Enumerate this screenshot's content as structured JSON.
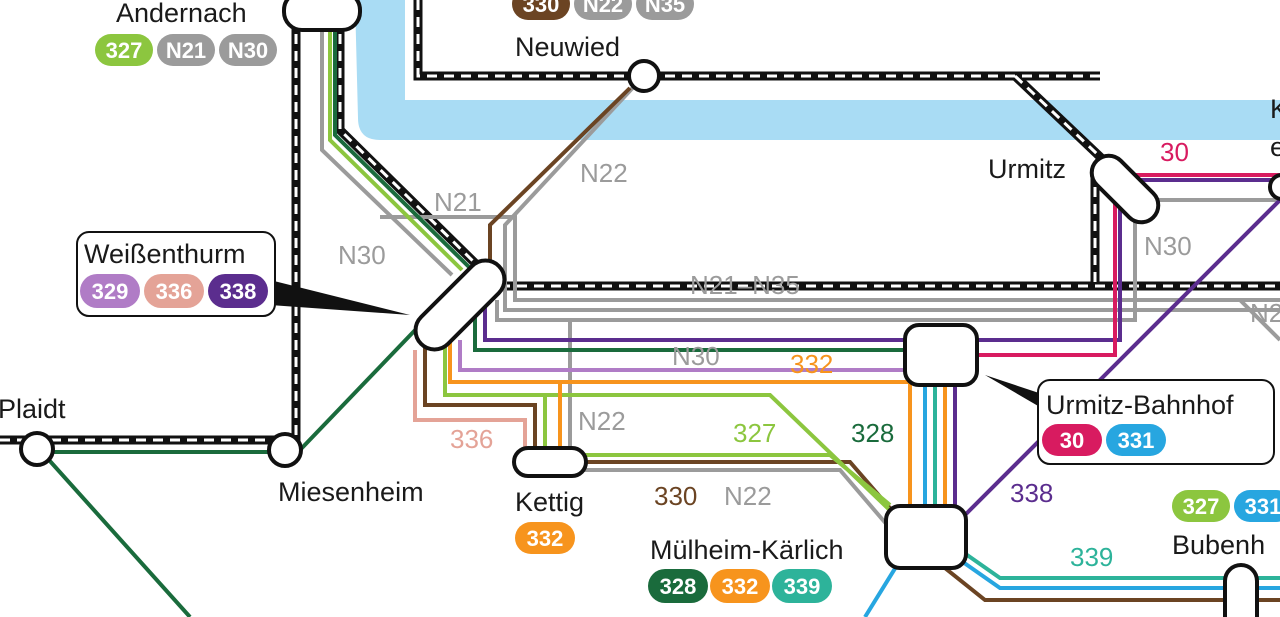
{
  "colors": {
    "water": "#a9dcf4",
    "rail": "#111111",
    "grey": "#9b9b9b",
    "l327": "#8cc63f",
    "l328": "#1a6b3c",
    "l329": "#b07cc6",
    "l330": "#6b4423",
    "l331": "#27a6e0",
    "l332": "#f7941d",
    "l336": "#e4a397",
    "l338": "#5b2d8e",
    "l339": "#2db39a",
    "l30": "#d81b60"
  },
  "stations": {
    "andernach": "Andernach",
    "neuwied": "Neuwied",
    "urmitz": "Urmitz",
    "weissenthurm": "Weißenthurm",
    "plaidt": "Plaidt",
    "miesenheim": "Miesenheim",
    "kettig": "Kettig",
    "muelheim": "Mülheim-Kärlich",
    "urmitz_bf": "Urmitz-Bahnhof",
    "bubenheim": "Bubenh",
    "edge_k": "K",
    "edge_e": "e"
  },
  "badges": {
    "andernach": [
      "327",
      "N21",
      "N30"
    ],
    "neuwied": [
      "330",
      "N22",
      "N35"
    ],
    "weissenthurm": [
      "329",
      "336",
      "338"
    ],
    "kettig": [
      "332"
    ],
    "muelheim": [
      "328",
      "332",
      "339"
    ],
    "urmitz_bf": [
      "30",
      "331"
    ],
    "bubenheim": [
      "327",
      "331"
    ]
  },
  "route_labels": {
    "n21": "N21",
    "n22_a": "N22",
    "n30_a": "N30",
    "n21_n35": "N21–N35",
    "n30_b": "N30",
    "r332": "332",
    "r336": "336",
    "n22_b": "N22",
    "r327": "327",
    "r328": "328",
    "r330": "330",
    "n22_c": "N22",
    "r338": "338",
    "r339": "339",
    "r30": "30",
    "n30_c": "N30",
    "n2_edge": "N2"
  }
}
